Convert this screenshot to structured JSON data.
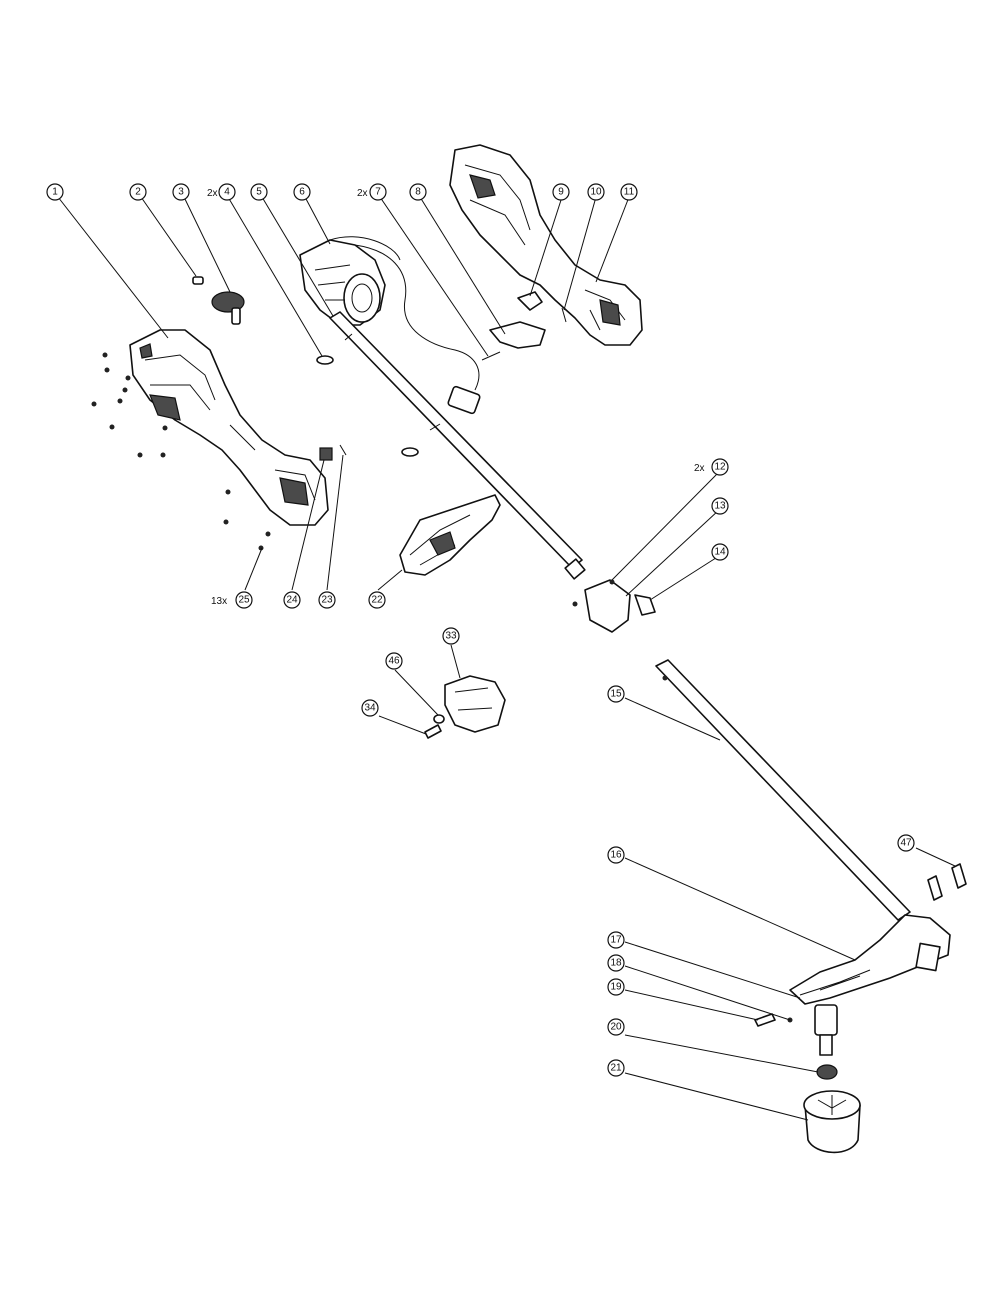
{
  "callouts": [
    {
      "id": "c1",
      "label": "1"
    },
    {
      "id": "c2",
      "label": "2"
    },
    {
      "id": "c3",
      "label": "3"
    },
    {
      "id": "c4",
      "label": "4",
      "qty": "2x"
    },
    {
      "id": "c5",
      "label": "5"
    },
    {
      "id": "c6",
      "label": "6"
    },
    {
      "id": "c7",
      "label": "7",
      "qty": "2x"
    },
    {
      "id": "c8",
      "label": "8"
    },
    {
      "id": "c9",
      "label": "9"
    },
    {
      "id": "c10",
      "label": "10"
    },
    {
      "id": "c11",
      "label": "11"
    },
    {
      "id": "c12",
      "label": "12",
      "qty": "2x"
    },
    {
      "id": "c13",
      "label": "13"
    },
    {
      "id": "c14",
      "label": "14"
    },
    {
      "id": "c25",
      "label": "25",
      "qty": "13x"
    },
    {
      "id": "c24",
      "label": "24"
    },
    {
      "id": "c23",
      "label": "23"
    },
    {
      "id": "c22",
      "label": "22"
    },
    {
      "id": "c46",
      "label": "46"
    },
    {
      "id": "c33",
      "label": "33"
    },
    {
      "id": "c34",
      "label": "34"
    },
    {
      "id": "c15",
      "label": "15"
    },
    {
      "id": "c47",
      "label": "47"
    },
    {
      "id": "c16",
      "label": "16"
    },
    {
      "id": "c17",
      "label": "17"
    },
    {
      "id": "c18",
      "label": "18"
    },
    {
      "id": "c19",
      "label": "19"
    },
    {
      "id": "c20",
      "label": "20"
    },
    {
      "id": "c21",
      "label": "21"
    }
  ]
}
